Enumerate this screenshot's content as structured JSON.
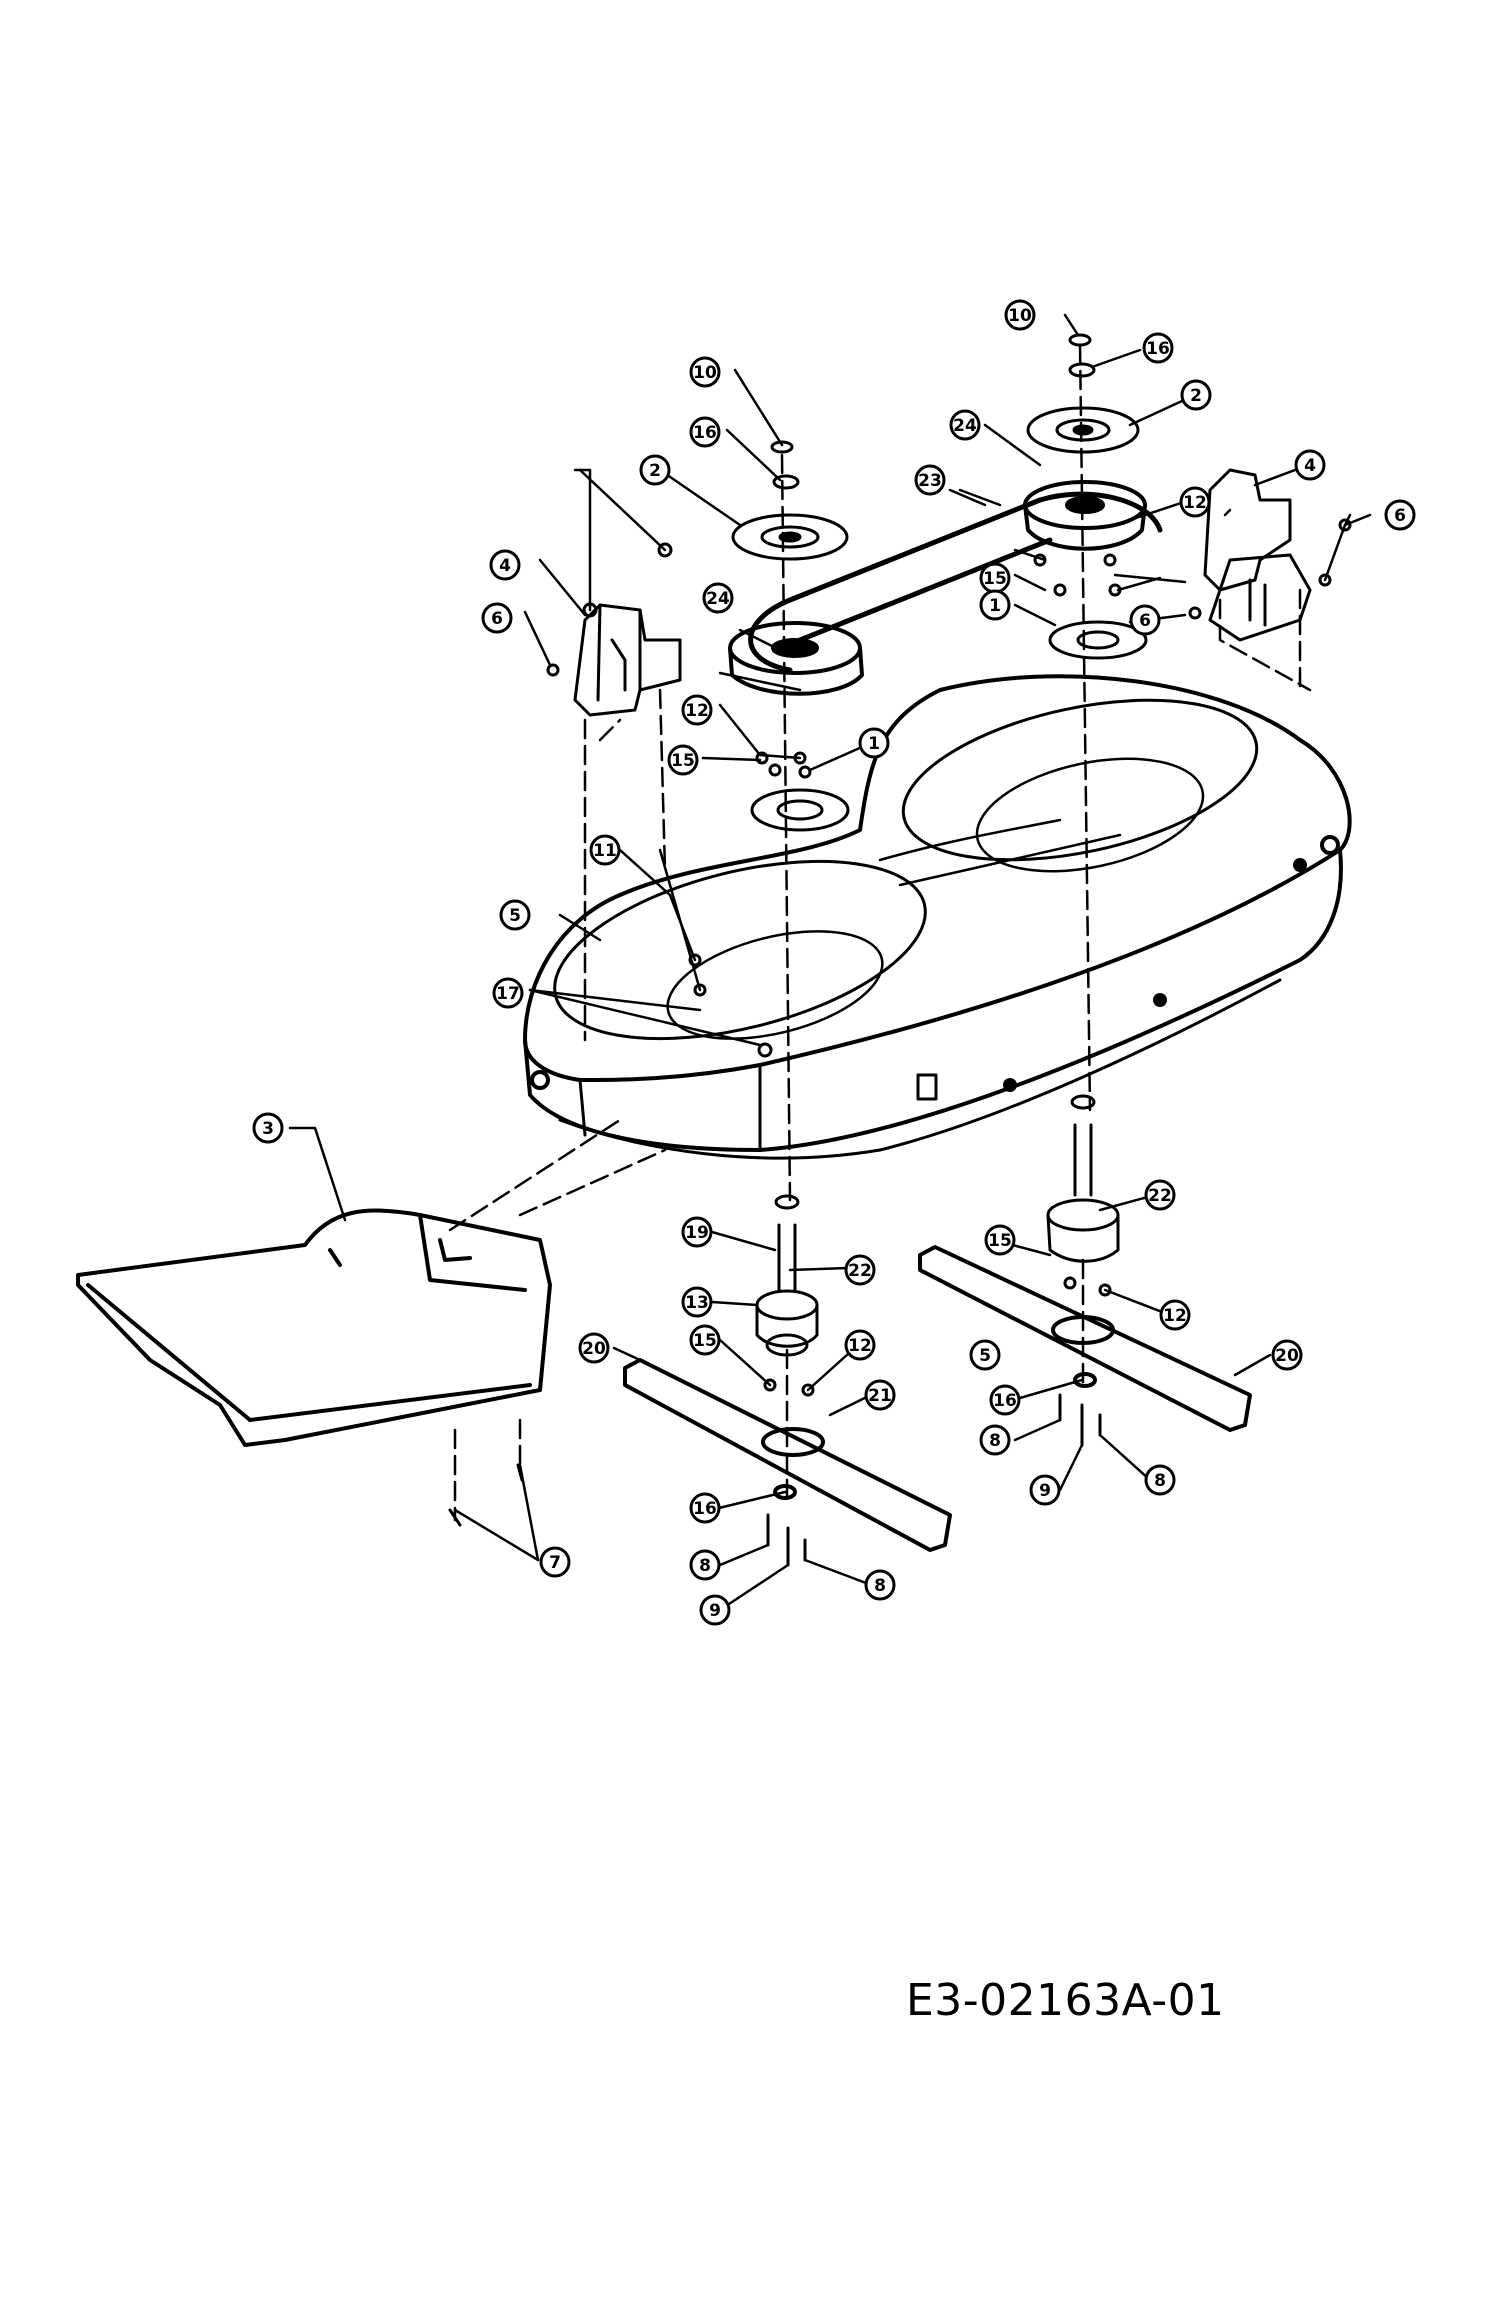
{
  "drawing_number": "E3-02163A-01",
  "callouts": [
    "10",
    "16",
    "2",
    "24",
    "23",
    "12",
    "15",
    "1",
    "4",
    "6",
    "10",
    "16",
    "2",
    "24",
    "12",
    "15",
    "1",
    "6",
    "4",
    "6",
    "11",
    "5",
    "17",
    "3",
    "19",
    "22",
    "13",
    "15",
    "12",
    "20",
    "21",
    "16",
    "8",
    "9",
    "8",
    "7",
    "15",
    "12",
    "22",
    "20",
    "5",
    "16",
    "8",
    "9",
    "8"
  ]
}
